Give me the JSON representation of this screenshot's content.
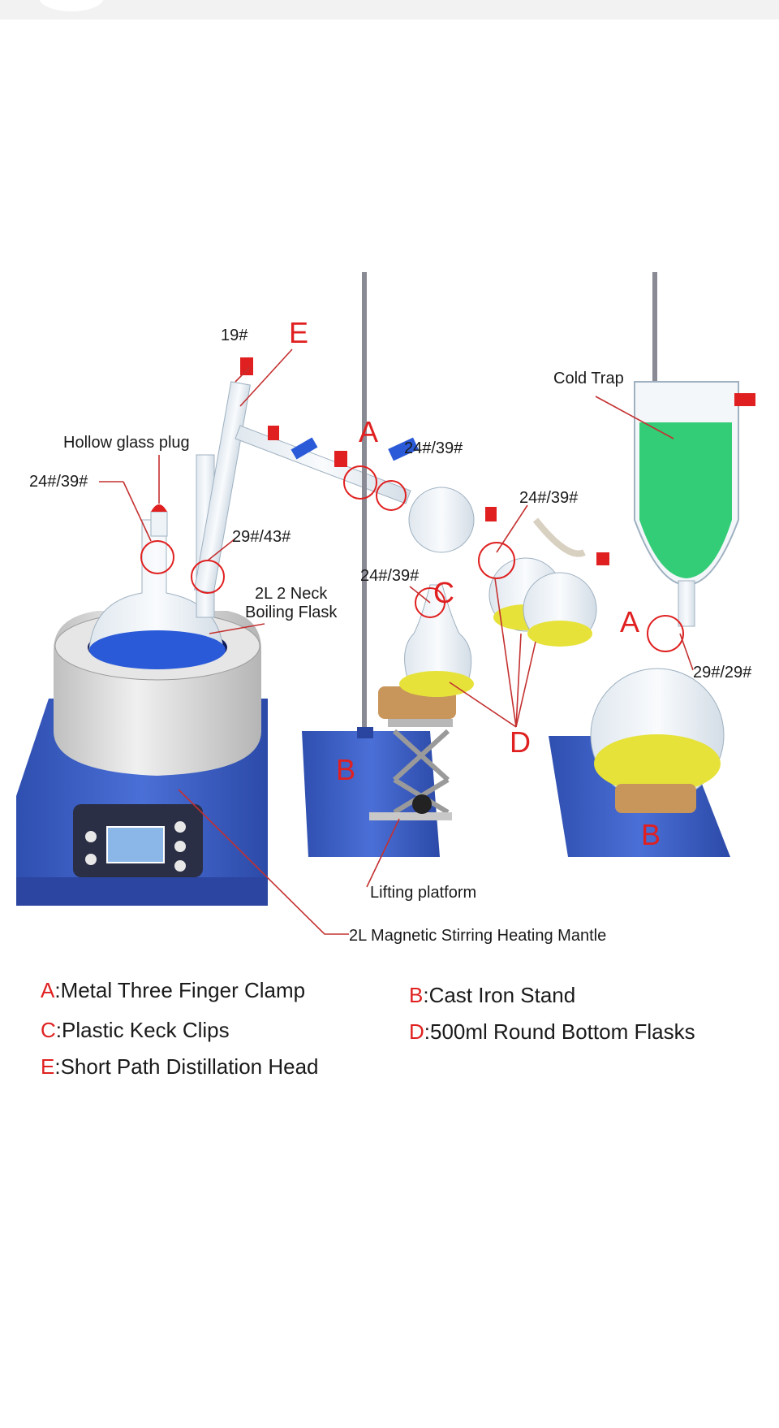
{
  "labels": {
    "joint_19": "19#",
    "letter_e": "E",
    "cold_trap": "Cold Trap",
    "hollow_glass_plug": "Hollow glass plug",
    "joint_24_39_left": "24#/39#",
    "letter_a_top": "A",
    "joint_24_39_top": "24#/39#",
    "joint_24_39_right": "24#/39#",
    "joint_29_43": "29#/43#",
    "boiling_flask": "2L 2 Neck\nBoiling Flask",
    "joint_24_39_mid": "24#/39#",
    "letter_c": "C",
    "letter_a_right": "A",
    "joint_29_29": "29#/29#",
    "letter_d": "D",
    "letter_b_left": "B",
    "letter_b_right": "B",
    "lifting_platform": "Lifting platform",
    "heating_mantle": "2L Magnetic Stirring Heating Mantle"
  },
  "legend": [
    {
      "key": "A",
      "text": ":Metal Three Finger Clamp"
    },
    {
      "key": "B",
      "text": ":Cast Iron Stand"
    },
    {
      "key": "C",
      "text": ":Plastic Keck Clips"
    },
    {
      "key": "D",
      "text": ":500ml Round Bottom Flasks"
    },
    {
      "key": "E",
      "text": ":Short Path Distillation Head"
    }
  ],
  "colors": {
    "accent_red": "#e02020",
    "stand_blue": "#3a5ec8",
    "liquid_blue": "#2a5ad8",
    "liquid_yellow": "#e6e23a",
    "liquid_green": "#33cc77",
    "cork": "#c8955a",
    "mantle_grey": "#d9d9d9"
  }
}
